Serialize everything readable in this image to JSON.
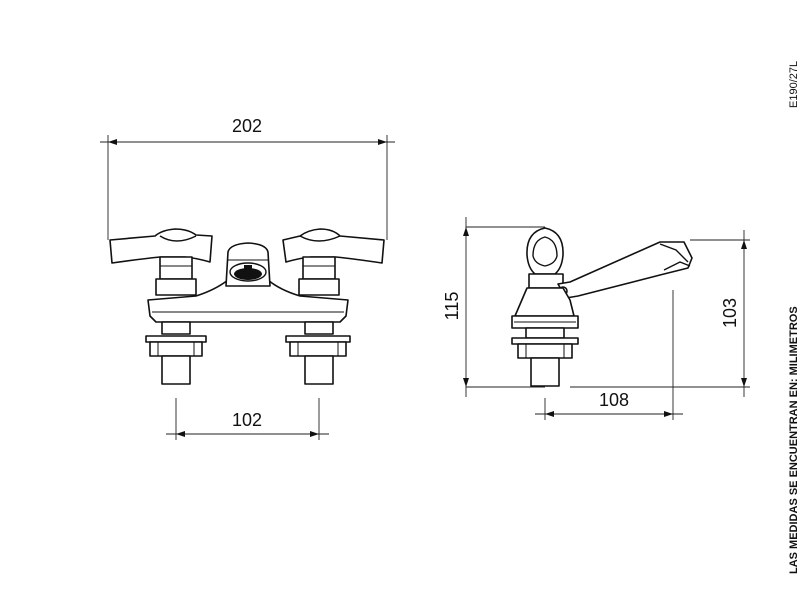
{
  "drawing_code": "E190/27L",
  "units_note": "LAS MEDIDAS SE ENCUENTRAN EN: MILIMETROS",
  "front_view": {
    "overall_width": "202",
    "centers_distance": "102"
  },
  "side_view": {
    "total_height": "115",
    "spout_height": "103",
    "spout_reach": "108"
  },
  "colors": {
    "line": "#111111",
    "background": "#ffffff"
  }
}
